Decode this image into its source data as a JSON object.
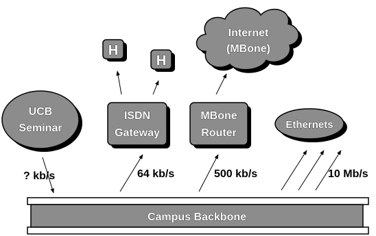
{
  "nodes": {
    "host_1": {
      "label": "H"
    },
    "host_2": {
      "label": "H"
    },
    "internet_cloud": {
      "line1": "Internet",
      "line2": "(MBone)"
    },
    "ucb_seminar": {
      "line1": "UCB",
      "line2": "Seminar"
    },
    "isdn_gateway": {
      "line1": "ISDN",
      "line2": "Gateway"
    },
    "mbone_router": {
      "line1": "MBone",
      "line2": "Router"
    },
    "ethernets": {
      "label": "Ethernets"
    },
    "campus_backbone": {
      "label": "Campus Backbone"
    }
  },
  "links": {
    "ucb_rate": "? kb/s",
    "isdn_rate": "64 kb/s",
    "mbone_rate": "500 kb/s",
    "ethernet_rate": "10 Mb/s"
  },
  "colors": {
    "node_fill": "#8c8c8c",
    "shadow": "#000000",
    "backbone_fill": "#8c8c8c",
    "background": "#ffffff"
  }
}
